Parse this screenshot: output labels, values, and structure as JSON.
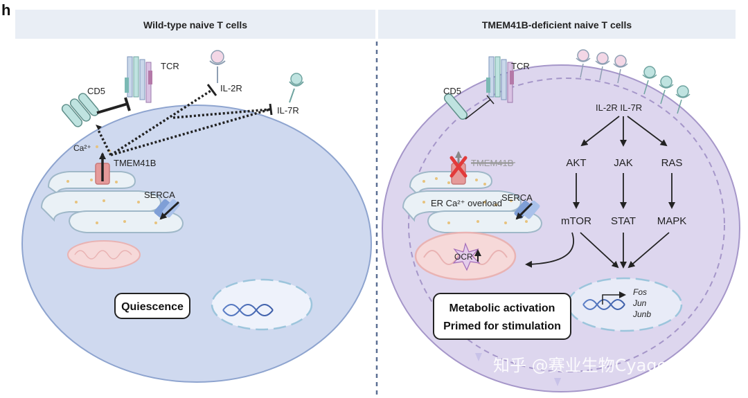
{
  "panel_letter": "h",
  "left": {
    "title": "Wild-type naive T cells",
    "labels": {
      "cd5": "CD5",
      "tcr": "TCR",
      "il2r": "IL-2R",
      "il7r": "IL-7R",
      "ca": "Ca²⁺",
      "tmem": "TMEM41B",
      "serca": "SERCA"
    },
    "state_box": "Quiescence"
  },
  "right": {
    "title": "TMEM41B-deficient naive T cells",
    "labels": {
      "cd5": "CD5",
      "tcr": "TCR",
      "il2r_il7r": "IL-2R  IL-7R",
      "tmem": "TMEM41B",
      "er_overload": "ER Ca²⁺ overload",
      "serca": "SERCA",
      "ocr": "OCR"
    },
    "pathways": {
      "akt": "AKT",
      "jak": "JAK",
      "ras": "RAS",
      "mtor": "mTOR",
      "stat": "STAT",
      "mapk": "MAPK"
    },
    "genes": [
      "Fos",
      "Jun",
      "Junb"
    ],
    "state_box": {
      "line1": "Metabolic activation",
      "line2": "Primed for stimulation"
    }
  },
  "watermark": "知乎 @赛业生物Cyagen",
  "colors": {
    "header_bg": "#e9eef5",
    "cell_fill_left": "#cfd9ef",
    "cell_fill_right": "#ddd6ee",
    "divider": "#5b6f93",
    "tmem": "#e59a9a",
    "serca": "#7f9fd6",
    "mito_fill": "#f6d9d9",
    "receptor": "#bfe3e0"
  }
}
